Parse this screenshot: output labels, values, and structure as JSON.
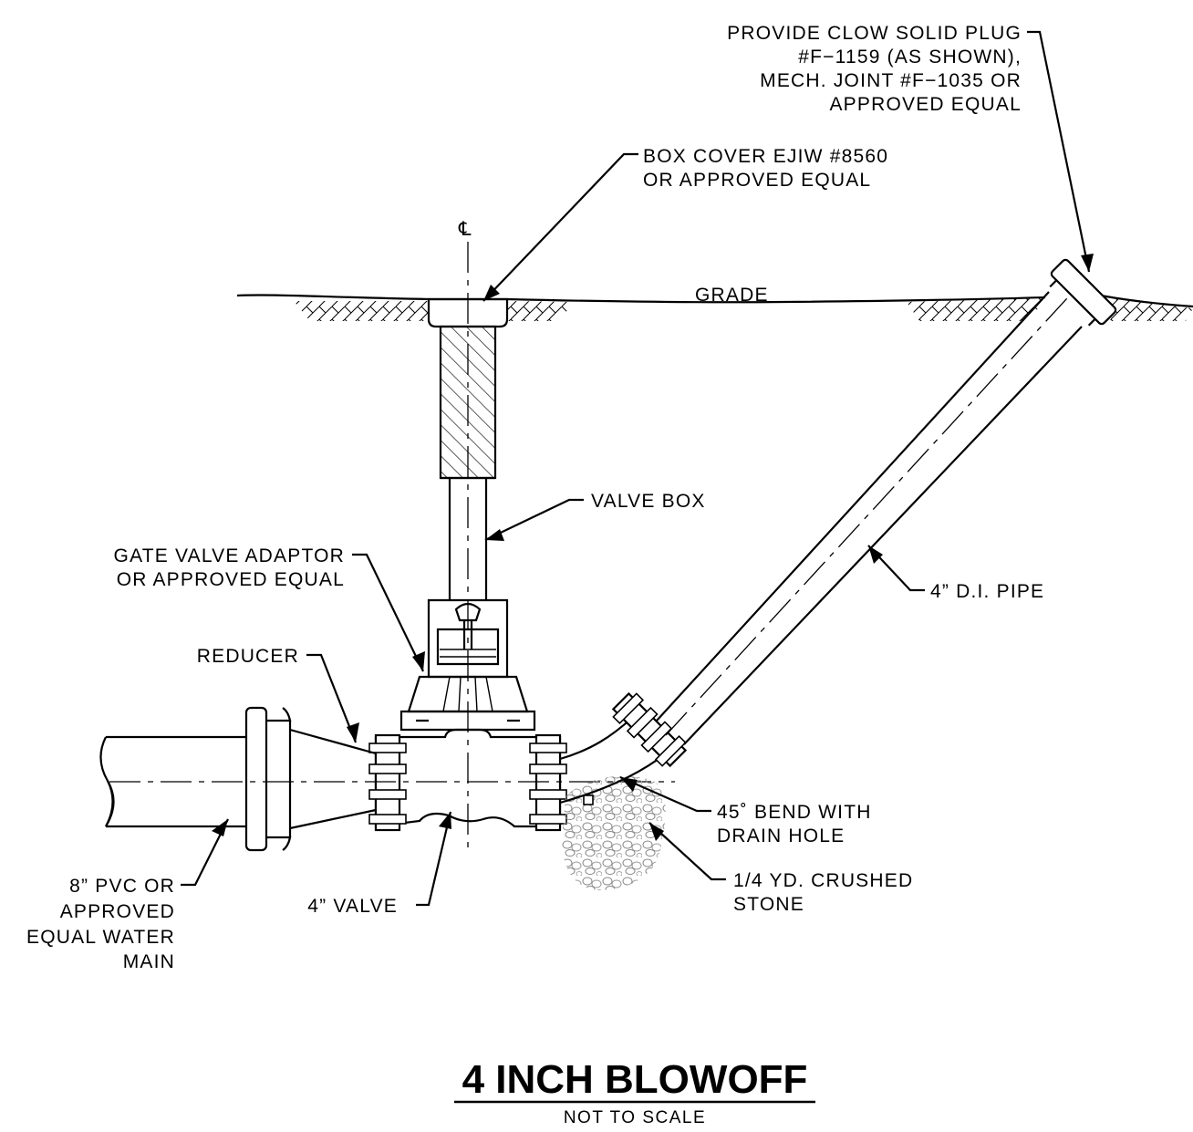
{
  "drawing": {
    "title": "4 INCH BLOWOFF",
    "subtitle": "NOT TO SCALE",
    "centerline_mark": "℄"
  },
  "labels": {
    "plug": [
      "PROVIDE CLOW SOLID PLUG",
      "#F−1159 (AS SHOWN),",
      "MECH. JOINT #F−1035 OR",
      "APPROVED EQUAL"
    ],
    "box_cover": [
      "BOX COVER EJIW #8560",
      "OR APPROVED EQUAL"
    ],
    "grade": "GRADE",
    "valve_box": "VALVE BOX",
    "gate_valve_adaptor": [
      "GATE VALVE ADAPTOR",
      "OR APPROVED EQUAL"
    ],
    "reducer": "REDUCER",
    "di_pipe": "4” D.I. PIPE",
    "bend": [
      "45˚ BEND WITH",
      "DRAIN HOLE"
    ],
    "stone": [
      "1/4 YD. CRUSHED",
      "STONE"
    ],
    "valve": "4” VALVE",
    "main": [
      "8” PVC OR",
      "APPROVED",
      "EQUAL WATER",
      "MAIN"
    ]
  }
}
